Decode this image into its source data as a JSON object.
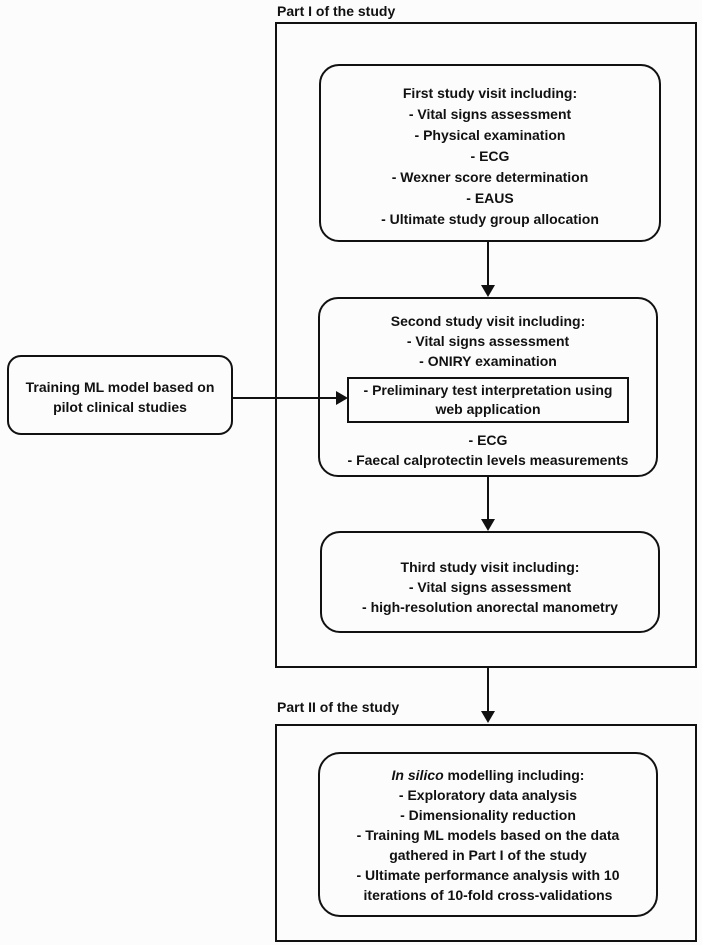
{
  "part1_label": "Part I of the study",
  "part2_label": "Part II of the study",
  "first_visit": {
    "title": "First study visit including:",
    "items": [
      "- Vital signs assessment",
      "- Physical examination",
      "- ECG",
      "- Wexner score determination",
      "- EAUS",
      "- Ultimate study group allocation"
    ]
  },
  "second_visit": {
    "title": "Second study visit including:",
    "items_before": [
      "- Vital signs assessment",
      "- ONIRY examination"
    ],
    "highlight_lines": [
      "- Preliminary test interpretation using",
      "web application"
    ],
    "items_after": [
      "- ECG",
      "- Faecal calprotectin levels measurements"
    ]
  },
  "third_visit": {
    "title": "Third study visit including:",
    "items": [
      "- Vital signs assessment",
      "- high-resolution anorectal manometry"
    ]
  },
  "ml_box": {
    "lines": [
      "Training ML model based on",
      "pilot clinical studies"
    ]
  },
  "part2_box": {
    "title_italic": "In silico",
    "title_rest": " modelling including:",
    "lines": [
      "- Exploratory data analysis",
      "- Dimensionality reduction",
      "- Training ML models based on the data",
      "gathered in Part I of the study",
      "- Ultimate performance analysis with 10",
      "iterations of 10-fold cross-validations"
    ]
  },
  "colors": {
    "stroke": "#111111",
    "background": "#fcfcfc"
  }
}
